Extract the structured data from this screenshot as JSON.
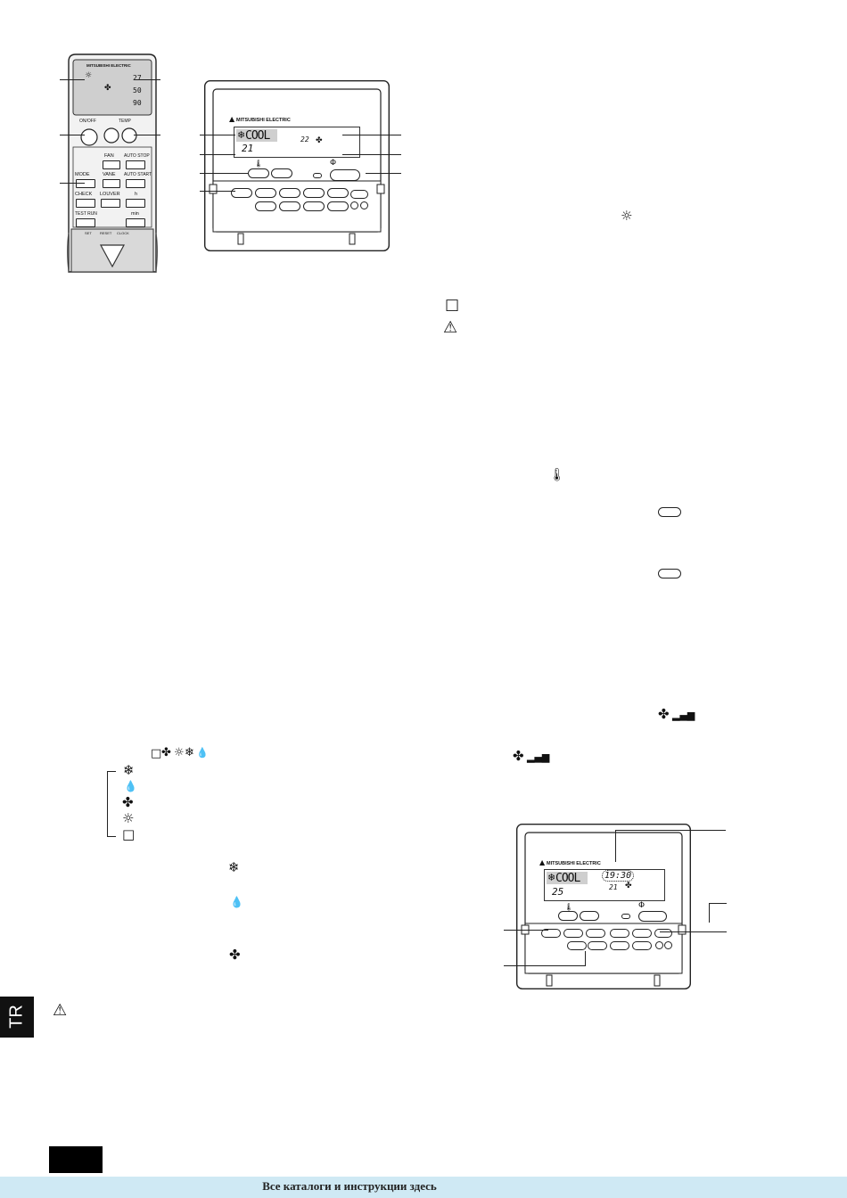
{
  "remote": {
    "brand": "MITSUBISHI ELECTRIC",
    "lcd_temp_1": "27",
    "lcd_temp_2": "50",
    "lcd_temp_3": "90",
    "btn_onoff": "ON/OFF",
    "btn_temp": "TEMP",
    "btn_fan": "FAN",
    "btn_auto_stop": "AUTO STOP",
    "btn_mode": "MODE",
    "btn_vane": "VANE",
    "btn_auto_start": "AUTO START",
    "btn_check": "CHECK",
    "btn_louver": "LOUVER",
    "btn_h": "h",
    "btn_test_run": "TEST RUN",
    "btn_min": "min",
    "bottom_set": "SET",
    "bottom_reset": "RESET",
    "bottom_clock": "CLOCK"
  },
  "controller_top": {
    "brand": "MITSUBISHI ELECTRIC",
    "mode_text": "COOL",
    "set_temp": "21",
    "room_temp": "22"
  },
  "controller_bottom": {
    "brand": "MITSUBISHI ELECTRIC",
    "mode_text": "COOL",
    "clock": "19:30",
    "set_temp": "25",
    "room_temp": "21"
  },
  "icons": {
    "heat": "☼",
    "cool": "❄",
    "dry": "💧",
    "fan": "✤",
    "warning": "⚠",
    "square": "□",
    "temp": "🌡"
  },
  "side_tab": "TR",
  "footer": {
    "text": "Все каталоги и инструкции здесь",
    "bg_color": "#cfe9f4"
  }
}
